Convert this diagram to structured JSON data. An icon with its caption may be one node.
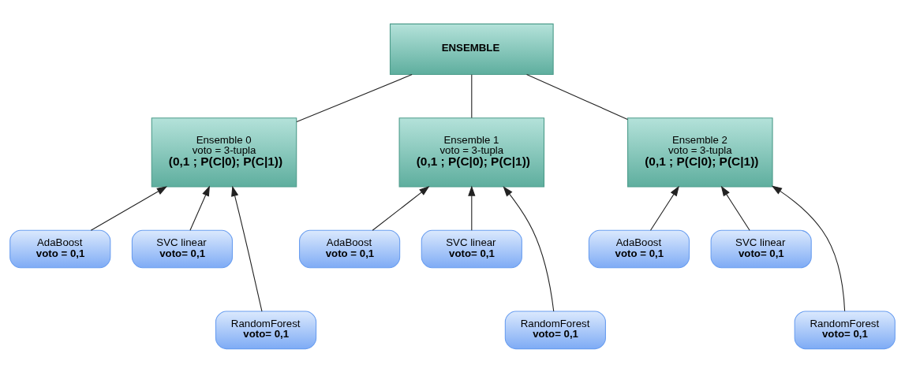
{
  "diagram": {
    "nodes": [
      {
        "text": [
          "ENSEMBLE"
        ]
      },
      {
        "text": [
          "Ensemble 0",
          "voto = 3-tupla",
          "(0,1 ; P(C|0); P(C|1))"
        ]
      },
      {
        "text": [
          "Ensemble 1",
          "voto = 3-tupla",
          "(0,1 ; P(C|0); P(C|1))"
        ]
      },
      {
        "text": [
          "Ensemble 2",
          "voto = 3-tupla",
          "(0,1 ; P(C|0); P(C|1))"
        ]
      },
      {
        "text": [
          "AdaBoost",
          "voto = 0,1"
        ]
      },
      {
        "text": [
          "SVC linear",
          "voto= 0,1"
        ]
      },
      {
        "text": [
          "AdaBoost",
          "voto = 0,1"
        ]
      },
      {
        "text": [
          "SVC linear",
          "voto= 0,1"
        ]
      },
      {
        "text": [
          "AdaBoost",
          "voto = 0,1"
        ]
      },
      {
        "text": [
          "SVC linear",
          "voto= 0,1"
        ]
      },
      {
        "text": [
          "RandomForest",
          "voto= 0,1"
        ]
      },
      {
        "text": [
          "RandomForest",
          "voto= 0,1"
        ]
      },
      {
        "text": [
          "RandomForest",
          "voto= 0,1"
        ]
      }
    ],
    "edges": [
      {
        "from": 1,
        "to": 0,
        "arrow": "none"
      },
      {
        "from": 2,
        "to": 0,
        "arrow": "none"
      },
      {
        "from": 3,
        "to": 0,
        "arrow": "none"
      },
      {
        "from": 4,
        "to": 1,
        "arrow": "to"
      },
      {
        "from": 10,
        "to": 1,
        "arrow": "to"
      },
      {
        "from": 5,
        "to": 1,
        "arrow": "to"
      },
      {
        "from": 6,
        "to": 2,
        "arrow": "to"
      },
      {
        "from": 11,
        "to": 2,
        "arrow": "to"
      },
      {
        "from": 7,
        "to": 2,
        "arrow": "to"
      },
      {
        "from": 8,
        "to": 3,
        "arrow": "to"
      },
      {
        "from": 12,
        "to": 3,
        "arrow": "to"
      },
      {
        "from": 9,
        "to": 3,
        "arrow": "to"
      }
    ]
  }
}
